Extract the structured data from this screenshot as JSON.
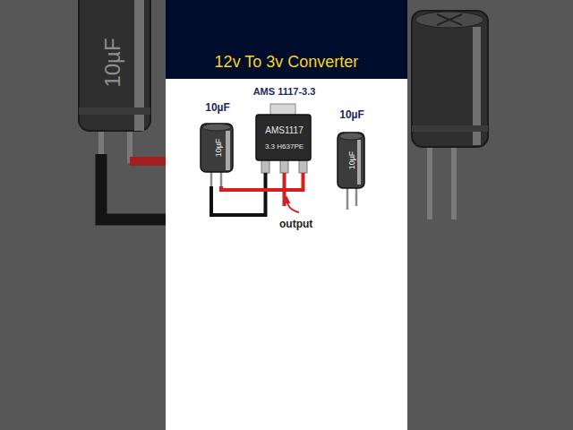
{
  "diagram": {
    "title": "12v To 3v Converter",
    "nodes": [
      {
        "text": [
          "10µF",
          "10µF"
        ]
      },
      {
        "text": [
          "AMS 1117-3.3",
          "AMS1117",
          "3.3 H637PE"
        ]
      },
      {
        "text": [
          "10µF",
          "10µF"
        ]
      }
    ],
    "edges": [
      {
        "from": 0,
        "to": 1,
        "arrow": "none"
      },
      {
        "from": 0,
        "to": 1,
        "arrow": "none"
      }
    ],
    "labels": [
      "10µF",
      "output"
    ]
  }
}
